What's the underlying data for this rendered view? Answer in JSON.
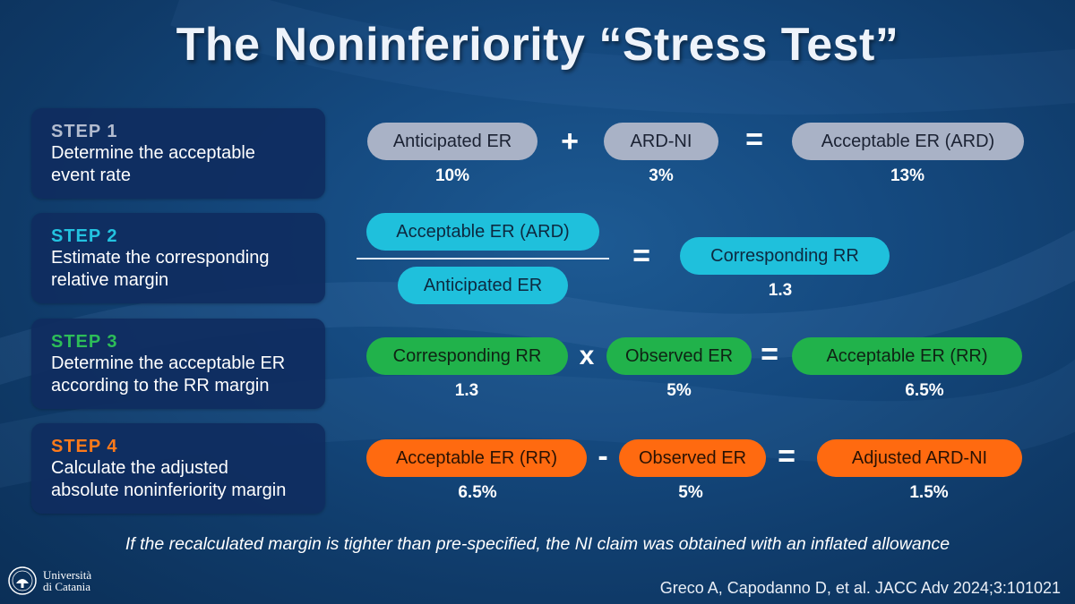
{
  "title": "The Noninferiority “Stress Test”",
  "colors": {
    "step1": "#a9b2c6",
    "step2": "#1fc0dc",
    "step3": "#21b24b",
    "step4": "#ff6a10",
    "card": "#102e5f",
    "background": "#154a80"
  },
  "steps": [
    {
      "number": "STEP 1",
      "description_line1": "Determine the acceptable",
      "description_line2": "event rate",
      "terms": [
        {
          "label": "Anticipated ER",
          "value": "10%"
        },
        {
          "label": "ARD-NI",
          "value": "3%"
        },
        {
          "label": "Acceptable ER (ARD)",
          "value": "13%"
        }
      ],
      "operators": [
        "+",
        "="
      ]
    },
    {
      "number": "STEP 2",
      "description_line1": "Estimate the corresponding",
      "description_line2": "relative margin",
      "numerator": "Acceptable ER (ARD)",
      "denominator": "Anticipated ER",
      "operators": [
        "="
      ],
      "result": {
        "label": "Corresponding RR",
        "value": "1.3"
      }
    },
    {
      "number": "STEP 3",
      "description_line1": "Determine the acceptable ER",
      "description_line2": "according to the RR margin",
      "terms": [
        {
          "label": "Corresponding RR",
          "value": "1.3"
        },
        {
          "label": "Observed ER",
          "value": "5%"
        },
        {
          "label": "Acceptable ER (RR)",
          "value": "6.5%"
        }
      ],
      "operators": [
        "x",
        "="
      ]
    },
    {
      "number": "STEP 4",
      "description_line1": "Calculate the adjusted",
      "description_line2": "absolute noninferiority margin",
      "terms": [
        {
          "label": "Acceptable ER (RR)",
          "value": "6.5%"
        },
        {
          "label": "Observed ER",
          "value": "5%"
        },
        {
          "label": "Adjusted ARD-NI",
          "value": "1.5%"
        }
      ],
      "operators": [
        "-",
        "="
      ]
    }
  ],
  "footnote": "If the recalculated margin is tighter than pre-specified, the NI claim was obtained with an inflated allowance",
  "citation": "Greco A, Capodanno D, et al. JACC Adv 2024;3:101021",
  "logo": {
    "line1": "Università",
    "line2": "di Catania",
    "icon": "university-seal-icon"
  }
}
